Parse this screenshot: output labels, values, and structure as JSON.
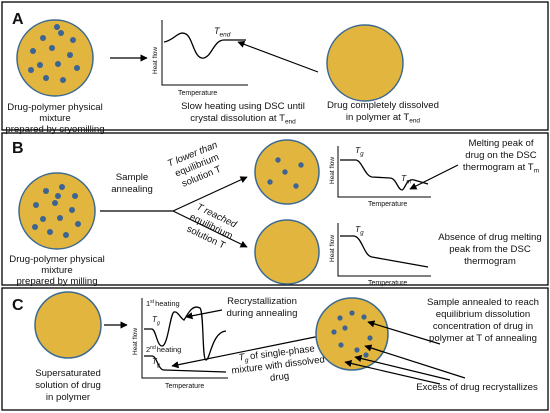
{
  "colors": {
    "particle_fill": "#e2b53f",
    "particle_stroke": "#3c6a90",
    "crystal_dot": "#3c6494",
    "line": "#000000"
  },
  "panel_a": {
    "label": "A",
    "left_caption": [
      "Drug-polymer physical",
      "mixture",
      "prepared by cryomilling"
    ],
    "graph_ylabel": "Heat flow",
    "graph_xlabel": "Temperature",
    "t_end_base": "T",
    "t_end_sub": "end",
    "middle_caption": [
      "Slow heating using DSC until",
      "crystal dissolution at T"
    ],
    "middle_caption_sub": "end",
    "right_caption": [
      "Drug completely dissolved",
      "in polymer at T"
    ],
    "right_caption_sub": "end"
  },
  "panel_b": {
    "label": "B",
    "left_caption": [
      "Drug-polymer physical",
      "mixture",
      "prepared by milling"
    ],
    "branch_label": [
      "Sample",
      "annealing"
    ],
    "upper_branch": [
      "T lower than",
      "equilibrium",
      "solution T"
    ],
    "lower_branch": [
      "T reached",
      "equilibrium",
      "solution T"
    ],
    "tg_base": "T",
    "tg_sub": "g",
    "tm_base": "T",
    "tm_sub": "m",
    "graph_ylabel": "Heat flow",
    "graph_xlabel": "Temperature",
    "upper_note": [
      "Melting peak of",
      "drug on the DSC",
      "thermogram at T"
    ],
    "upper_note_sub": "m",
    "lower_note": [
      "Absence of drug melting",
      "peak from the DSC",
      "thermogram"
    ]
  },
  "panel_c": {
    "label": "C",
    "left_caption": [
      "Supersaturated",
      "solution of drug",
      "in polymer"
    ],
    "heating1_base": "1",
    "heating1_sup": "st",
    "heating1_word": "heating",
    "heating2_base": "2",
    "heating2_sup": "nd",
    "heating2_word": "heating",
    "tg_base": "T",
    "tg_sub": "g",
    "graph_ylabel": "Heat flow",
    "graph_xlabel": "Temperature",
    "recryst_note": [
      "Recrystallization",
      "during annealing"
    ],
    "single_phase_tg": "T",
    "single_phase_sub": "g",
    "single_phase_rest": "of single-phase",
    "single_phase_lines": [
      "mixture with dissolved",
      "drug"
    ],
    "right_note": [
      "Sample annealed to reach",
      "equilibrium dissolution",
      "concentration of drug in",
      "polymer at T of annealing"
    ],
    "excess_note": "Excess of drug recrystallizes"
  }
}
